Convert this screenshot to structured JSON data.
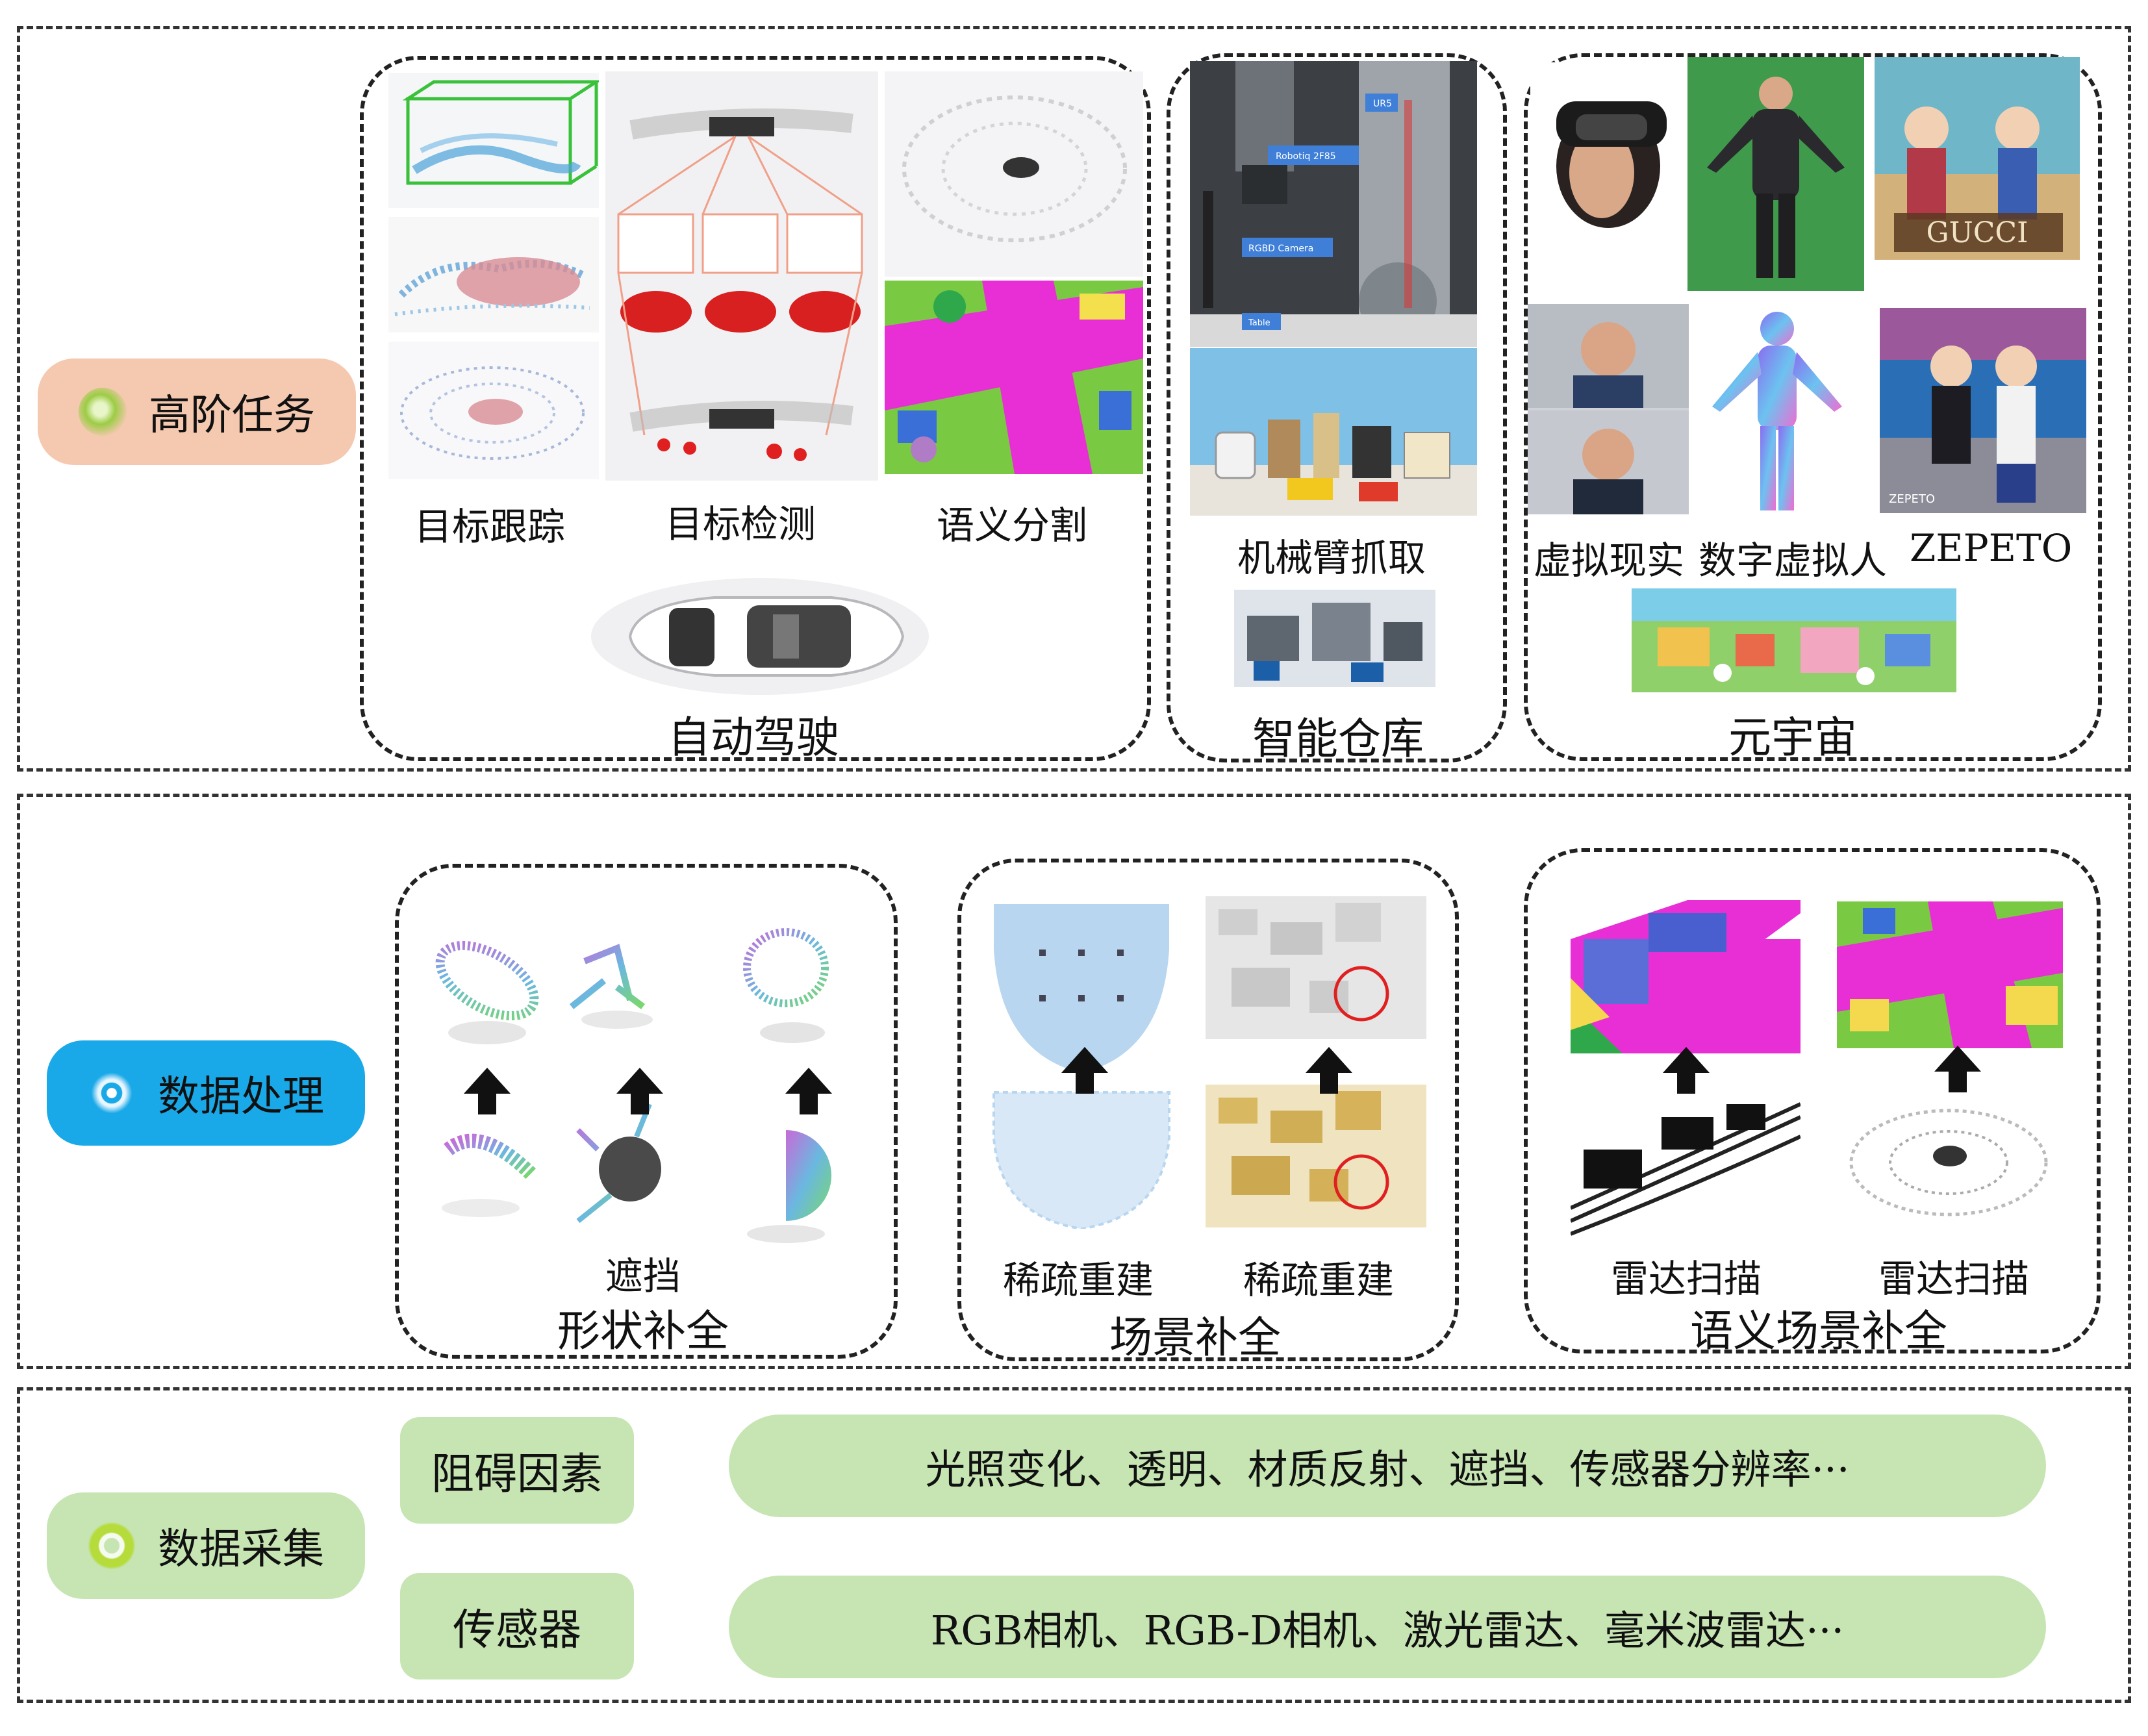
{
  "layers": {
    "top": {
      "label": "高阶任务",
      "color": "#f5c9b0",
      "dot": "#8bc34a"
    },
    "middle": {
      "label": "数据处理",
      "color": "#1aa9e8",
      "dot": "#ffffff"
    },
    "bottom": {
      "label": "数据采集",
      "color": "#c6e5b3",
      "dot": "#b5dc3a"
    }
  },
  "autodrive": {
    "title": "自动驾驶",
    "captions": [
      "目标跟踪",
      "目标检测",
      "语义分割"
    ]
  },
  "warehouse": {
    "title": "智能仓库",
    "caption": "机械臂抓取",
    "photo_text": [
      "UR5",
      "Robotiq 2F85",
      "RGBD Camera",
      "Table"
    ]
  },
  "metaverse": {
    "title": "元宇宙",
    "captions": [
      "虚拟现实",
      "数字虚拟人",
      "ZEPETO"
    ],
    "logo_text": [
      "GUCCI",
      "ZEPETO"
    ]
  },
  "shape_completion": {
    "title": "形状补全",
    "caption": "遮挡"
  },
  "scene_completion": {
    "title": "场景补全",
    "captions": [
      "稀疏重建",
      "稀疏重建"
    ]
  },
  "semantic_scene_completion": {
    "title": "语义场景补全",
    "captions": [
      "雷达扫描",
      "雷达扫描"
    ]
  },
  "acquisition": {
    "factors_label": "阻碍因素",
    "factors_text": "光照变化、透明、材质反射、遮挡、传感器分辨率···",
    "sensors_label": "传感器",
    "sensors_text": "RGB相机、RGB-D相机、激光雷达、毫米波雷达···"
  },
  "icons": [
    "up-arrow-icon",
    "layer-dot-icon"
  ]
}
